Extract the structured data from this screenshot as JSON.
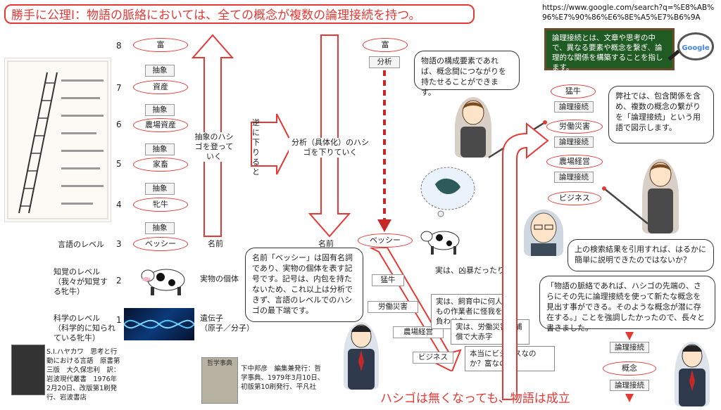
{
  "title": "勝手に公理Ⅰ：物語の脈絡においては、全ての概念が複数の論理接続を持つ。",
  "url": "https://www.google.com/search?q=%E8%AB%96%E7%90%86%E6%8E%A5%E7%B6%9A",
  "board_text": "論理接続とは、文章や思考の中で、異なる要素や概念を繋ぎ、論理的な関係を構築することを指します。",
  "google_label": "Google",
  "levels": [
    {
      "num": "8"
    },
    {
      "num": "7"
    },
    {
      "num": "6"
    },
    {
      "num": "5"
    },
    {
      "num": "4"
    },
    {
      "num": "3",
      "label": "言語のレベル"
    },
    {
      "num": "2",
      "label": "知覚のレベル\n（我々が知覚する牝牛）"
    },
    {
      "num": "1",
      "label": "科学のレベル\n（科学的に知られている牝牛）"
    }
  ],
  "ladder_ovals": [
    "富",
    "資産",
    "農場資産",
    "家畜",
    "牝牛",
    "ベッシー"
  ],
  "abstract_tags": [
    "抽象",
    "抽象",
    "抽象",
    "抽象",
    "抽象"
  ],
  "climb_label": "抽象のハシゴを登っていく",
  "reverse_label": "逆に下りると",
  "descend_label": "分析（具体化）のハシゴを下りていく",
  "name_labels": [
    "名前",
    "名前"
  ],
  "entity_label": "実物の個体",
  "gene_label": "遺伝子\n（原子／分子）",
  "right_top_oval": "富",
  "analysis_tag": "分析",
  "right_bessie": "ベッシー",
  "chain_items": [
    "猛牛",
    "労働災害",
    "農場経営",
    "ビジネス"
  ],
  "bubble_teacher": "物語の構成要素であれば、概念間につながりを持たせることができます。",
  "bubble_company": "弊社では、包含関係を含め、複数の概念の繋がりを「論理接続」という用語で図示します。",
  "bubble_manager": "上の検索結果を引用すれば、はるかに簡単に説明できたのではないか？",
  "bubble_man": "名前「ベッシー」は固有名詞であり、実物の個体を表す記号です。記号は、内包を持たないため、これ以上は分析できず、言語のレベルでのハシゴの最下端です。",
  "bubble_right": "「物語の脈絡であれば、ハシゴの先端の、さらにその先に論理接続を使って新たな概念を見出す事ができる。そのような概念が潜に存在する。」ことを強調したかったので、長々と書きました。",
  "story_notes": [
    "実は、凶暴だったり",
    "実は、飼育中に何人もの作業者に怪我を負わせた",
    "実は、労働災害の補償で大赤字",
    "本当にビジネスなのか？富なのか？"
  ],
  "right_chain": [
    "猛牛",
    "論理接続",
    "労働災害",
    "論理接続",
    "農場経営",
    "論理接続",
    "ビジネス"
  ],
  "bottom_chain": [
    "論理接続",
    "概念",
    "論理接続"
  ],
  "ref_book1": "S.I.ハヤカワ　思考と行動における言語　原書第三版　大久保忠利　訳：岩波現代叢書　1976年2月20日、改版第1刷発行、岩波書店",
  "ref_book2": "下中邦彦　編集兼発行：哲学事典、1979年3月10日、初版第10刷発行、平凡社",
  "book2_cover": "哲学事典",
  "footer": "ハシゴは無くなっても、物語は成立",
  "colors": {
    "accent": "#e53935",
    "board": "#1f5b22",
    "arrow": "#e53935"
  }
}
